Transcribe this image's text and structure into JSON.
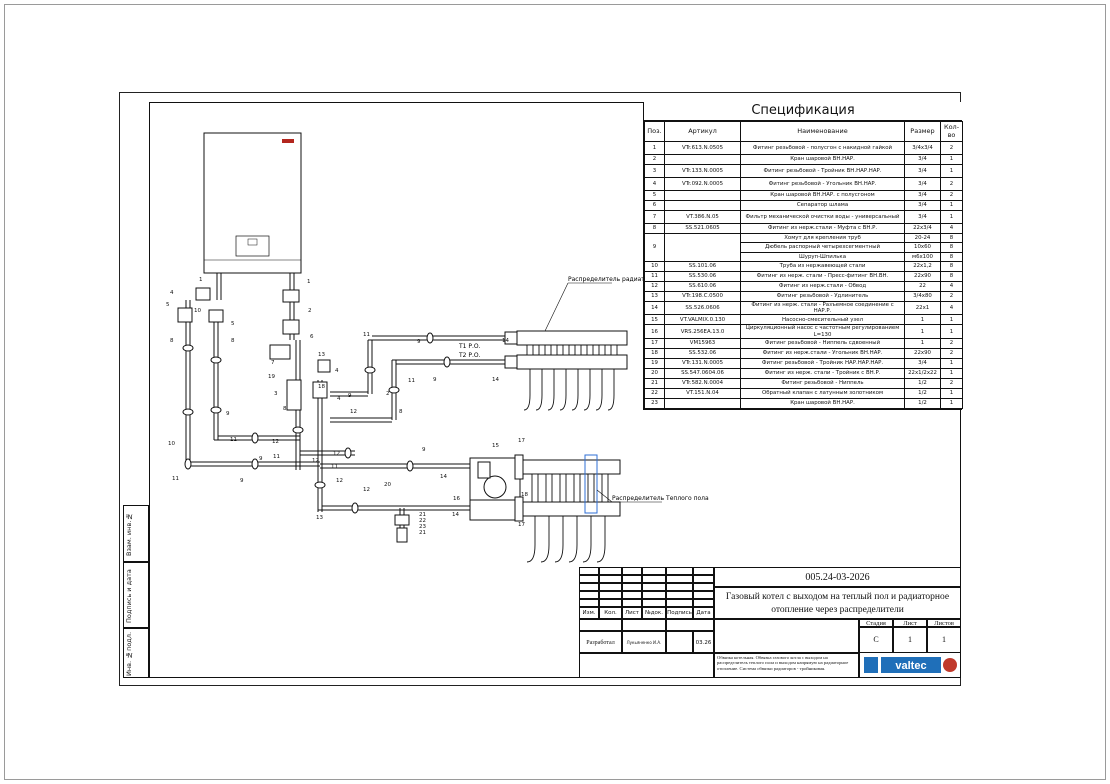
{
  "spec": {
    "title": "Спецификация",
    "headers": [
      "Поз.",
      "Артикул",
      "Наименование",
      "Размер",
      "Кол-во"
    ],
    "rows": [
      {
        "pos": "1",
        "art": "VTr.613.N.0505",
        "name": "Фитинг резьбовой - полусгон с накидной гайкой",
        "size": "3/4х3/4",
        "qty": "2"
      },
      {
        "pos": "2",
        "art": "",
        "name": "Кран шаровой ВН.НАР.",
        "size": "3/4",
        "qty": "1"
      },
      {
        "pos": "3",
        "art": "VTr.133.N.0005",
        "name": "Фитинг резьбовой - Тройник ВН.НАР.НАР.",
        "size": "3/4",
        "qty": "1"
      },
      {
        "pos": "4",
        "art": "VTr.092.N.0005",
        "name": "Фитинг резьбовой - Угольник ВН.НАР.",
        "size": "3/4",
        "qty": "2"
      },
      {
        "pos": "5",
        "art": "",
        "name": "Кран шаровой ВН.НАР. с полусгоном",
        "size": "3/4",
        "qty": "2"
      },
      {
        "pos": "6",
        "art": "",
        "name": "Сепаратор шлама",
        "size": "3/4",
        "qty": "1"
      },
      {
        "pos": "7",
        "art": "VT.386.N.05",
        "name": "Фильтр механической очистки воды - универсальный",
        "size": "3/4",
        "qty": "1"
      },
      {
        "pos": "8",
        "art": "SS.521.0605",
        "name": "Фитинг из нерж.стали - Муфта с ВН.Р.",
        "size": "22х3/4",
        "qty": "4"
      },
      {
        "pos": "9",
        "art": "",
        "name": "Хомут для крепления труб",
        "size": "20-24",
        "qty": "8"
      },
      {
        "pos": "",
        "art": "",
        "name": "Дюбель распорный четырехсегментный",
        "size": "10х60",
        "qty": "8"
      },
      {
        "pos": "",
        "art": "",
        "name": "Шуруп-Шпилька",
        "size": "м6х100",
        "qty": "8"
      },
      {
        "pos": "10",
        "art": "SS.101.06",
        "name": "Труба из нержавеющей стали",
        "size": "22х1,2",
        "qty": "8"
      },
      {
        "pos": "11",
        "art": "SS.530.06",
        "name": "Фитинг из нерж. стали - Пресс-фитинг ВН.ВН.",
        "size": "22х90",
        "qty": "8"
      },
      {
        "pos": "12",
        "art": "SS.610.06",
        "name": "Фитинг из нерж.стали - Обвод",
        "size": "22",
        "qty": "4"
      },
      {
        "pos": "13",
        "art": "VTr.198.C.0500",
        "name": "Фитинг резьбовой - Удлинитель",
        "size": "3/4х80",
        "qty": "2"
      },
      {
        "pos": "14",
        "art": "SS.526.0606",
        "name": "Фитинг из нерж. стали - Разъемное соединение с НАР.Р.",
        "size": "22х1",
        "qty": "4"
      },
      {
        "pos": "15",
        "art": "VT.VALMIX.0.130",
        "name": "Насосно-смесительный узел",
        "size": "1",
        "qty": "1"
      },
      {
        "pos": "16",
        "art": "VRS.256EA.13.0",
        "name": "Циркуляционный насос с частотным регулированием L=130",
        "size": "1",
        "qty": "1"
      },
      {
        "pos": "17",
        "art": "VM15963",
        "name": "Фитинг резьбовой - Ниппель сдвоенный",
        "size": "1",
        "qty": "2"
      },
      {
        "pos": "18",
        "art": "SS.532.06",
        "name": "Фитинг из нерж.стали - Угольник ВН.НАР.",
        "size": "22х90",
        "qty": "2"
      },
      {
        "pos": "19",
        "art": "VTr.131.N.0005",
        "name": "Фитинг резьбовой - Тройник НАР.НАР.НАР.",
        "size": "3/4",
        "qty": "1"
      },
      {
        "pos": "20",
        "art": "SS.547.0604.06",
        "name": "Фитинг из нерж. стали - Тройник с ВН.Р.",
        "size": "22х1/2х22",
        "qty": "1"
      },
      {
        "pos": "21",
        "art": "VTr.582.N.0004",
        "name": "Фитинг резьбовой - Ниппель",
        "size": "1/2",
        "qty": "2"
      },
      {
        "pos": "22",
        "art": "VT.151.N.04",
        "name": "Обратный клапан с латунным золотником",
        "size": "1/2",
        "qty": "1"
      },
      {
        "pos": "23",
        "art": "",
        "name": "Кран шаровой ВН.НАР.",
        "size": "1/2",
        "qty": "1"
      }
    ]
  },
  "diagram": {
    "labels": {
      "t1": "Т1 Р.О.",
      "t2": "Т2 Р.О.",
      "rad_dist": "Распределитель радиаторный",
      "floor_dist": "Распределитель Теплого пола"
    }
  },
  "stamp": {
    "code": "005.24-03-2026",
    "title": "Газовый котел с выходом на теплый пол и радиаторное отопление через распределители",
    "col_headers": [
      "Изм.",
      "Кол.",
      "Лист",
      "№док.",
      "Подпись",
      "Дата"
    ],
    "role": "Разработал",
    "author": "Лукьяненко И.А.",
    "date": "03.26",
    "stage_label": "Стадия",
    "sheet_label": "Лист",
    "sheets_label": "Листов",
    "stage": "С",
    "sheet": "1",
    "sheets": "1",
    "description": "Обвязка котельная. Обвязка газового котла с выходом на распределитель теплого пола и выходом напрямую на радиаторное отопление. Система обвязки радиаторов - тройниковая.",
    "logo_text": "valtec"
  },
  "side_stamp": {
    "cells": [
      "Взам. инв.№",
      "Подпись и дата",
      "Инв. №подл."
    ]
  }
}
